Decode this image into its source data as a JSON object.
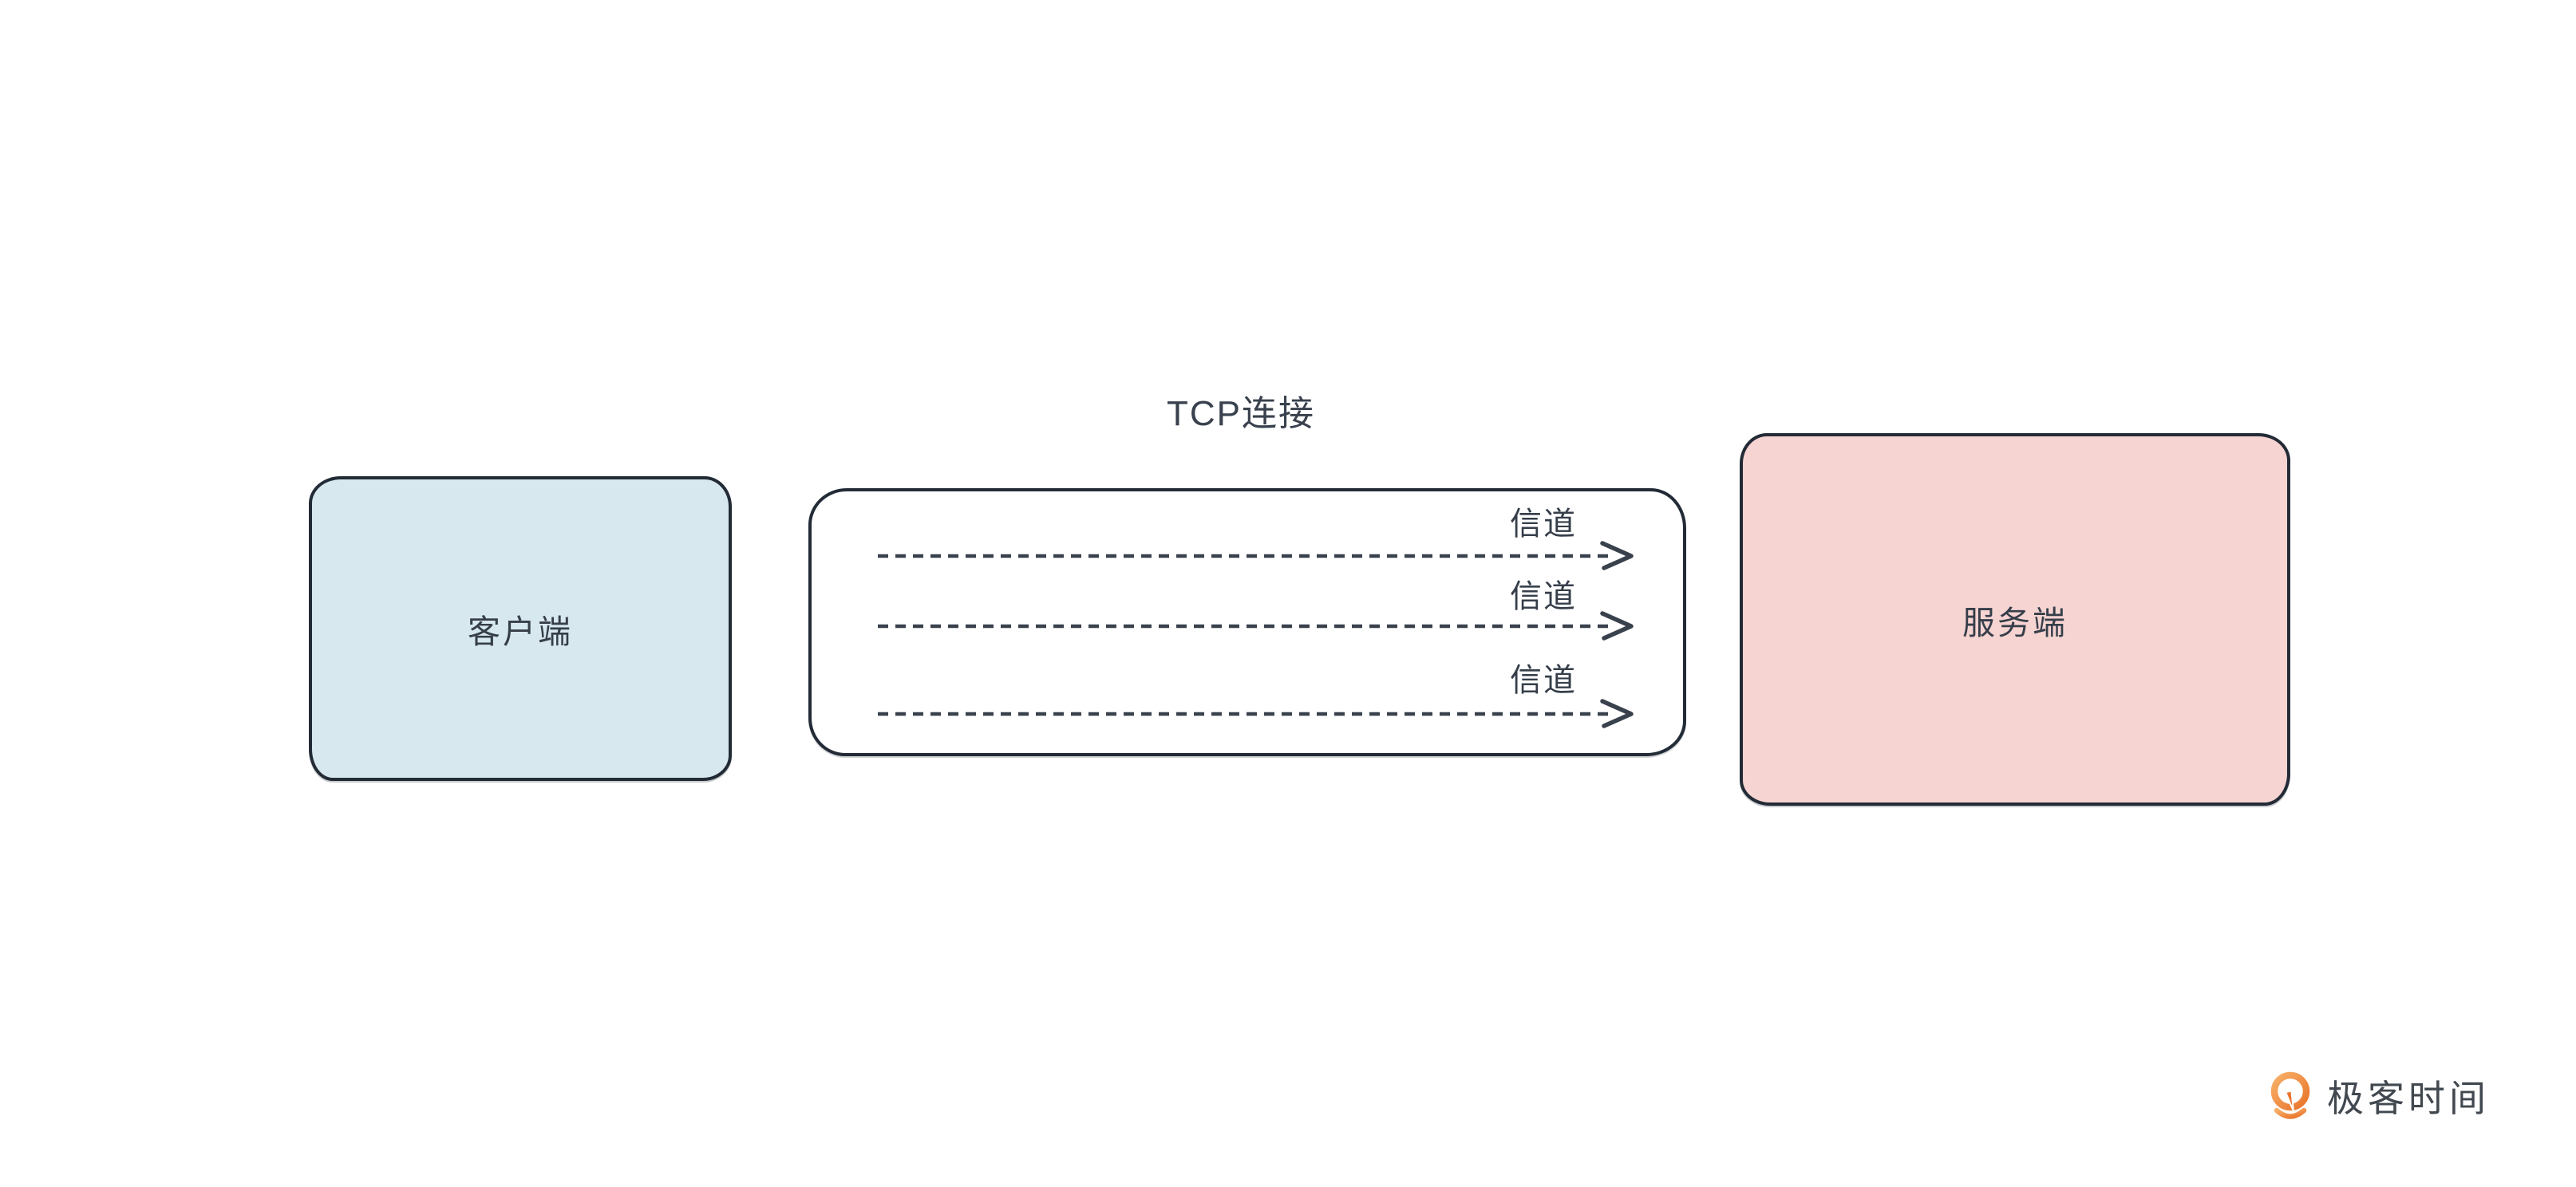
{
  "title": {
    "text": "TCP连接"
  },
  "client_box": {
    "label": "客户端"
  },
  "server_box": {
    "label": "服务端"
  },
  "channels": [
    {
      "label": "信道"
    },
    {
      "label": "信道"
    },
    {
      "label": "信道"
    }
  ],
  "watermark": {
    "brand_text": "极客时间"
  },
  "colors": {
    "background": "#ffffff",
    "client_fill": "#d7e8ef",
    "server_fill": "#f6d4d2",
    "connection_fill": "#ffffff",
    "box_border": "#222b36",
    "text": "#363e4a",
    "arrow": "#39414c",
    "logo_orange_dark": "#e8742a",
    "logo_orange_light": "#f8b069",
    "logo_text": "#41484f"
  }
}
